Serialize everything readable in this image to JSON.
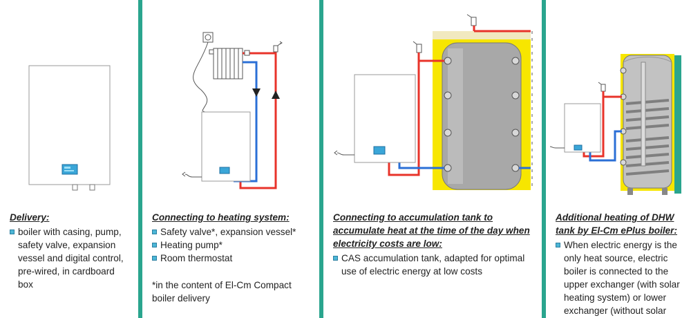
{
  "panels": [
    {
      "title": "Delivery:",
      "items": [
        "boiler with casing, pump, safety valve, expansion vessel and digital control, pre-wired, in cardboard box"
      ],
      "note": ""
    },
    {
      "title": "Connecting to heating system:",
      "items": [
        "Safety valve*,  expansion vessel*",
        "Heating pump*",
        "Room thermostat"
      ],
      "note": "*in the content of El-Cm Compact boiler delivery"
    },
    {
      "title": "Connecting to accumulation tank to accumulate heat at the time of the day when electricity costs are low:",
      "items": [
        "CAS accumulation tank, adapted for optimal use of electric energy at low costs"
      ],
      "note": ""
    },
    {
      "title": "Additional heating of DHW tank by El-Cm ePlus boiler:",
      "items": [
        "When electric energy is the only heat source, electric boiler is connected to the upper exchanger (with solar heating system) or lower exchanger (without solar heating system)."
      ],
      "note": ""
    }
  ],
  "colors": {
    "background": "#2aa58e",
    "hot_pipe": "#e8332a",
    "cold_pipe": "#2b6fd6",
    "insulation": "#f7e600",
    "tank": "#a8a8a8",
    "bullet": "#4cb6d6"
  }
}
